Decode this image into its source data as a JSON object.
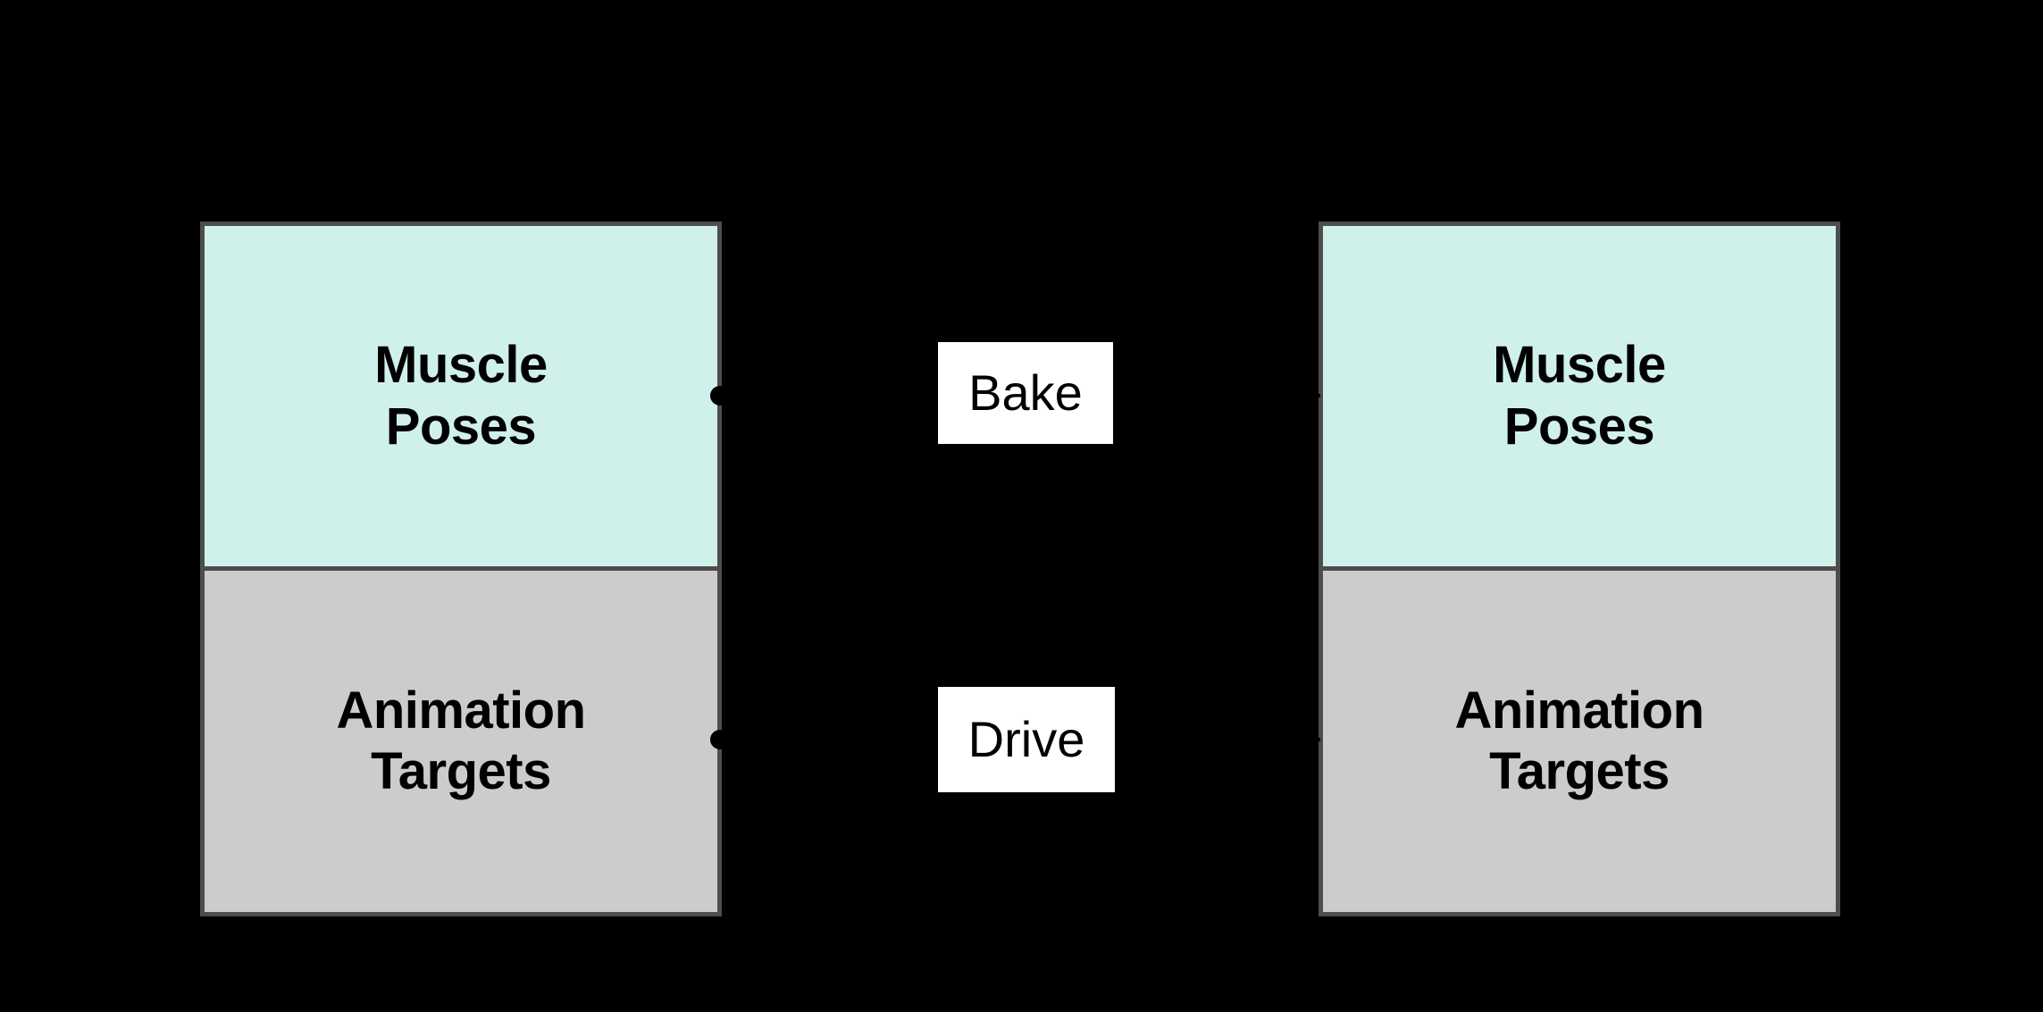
{
  "diagram": {
    "type": "flow-diagram",
    "background_color": "#000000",
    "nodes": [
      {
        "id": "left-group",
        "cells": [
          {
            "id": "left-muscle-poses",
            "line1": "Muscle",
            "line2": "Poses",
            "fill": "#d0f0ec",
            "border": "#4d4d4d"
          },
          {
            "id": "left-animation-targets",
            "line1": "Animation",
            "line2": "Targets",
            "fill": "#cccccc",
            "border": "#4d4d4d"
          }
        ]
      },
      {
        "id": "right-group",
        "cells": [
          {
            "id": "right-muscle-poses",
            "line1": "Muscle",
            "line2": "Poses",
            "fill": "#d0f0ec",
            "border": "#4d4d4d"
          },
          {
            "id": "right-animation-targets",
            "line1": "Animation",
            "line2": "Targets",
            "fill": "#cccccc",
            "border": "#4d4d4d"
          }
        ]
      }
    ],
    "edges": [
      {
        "id": "edge-bake",
        "label": "Bake",
        "from": "left-muscle-poses",
        "to": "right-muscle-poses",
        "label_fill": "#ffffff",
        "label_text_color": "#000000",
        "line_color": "#000000"
      },
      {
        "id": "edge-drive",
        "label": "Drive",
        "from": "left-animation-targets",
        "to": "right-animation-targets",
        "label_fill": "#ffffff",
        "label_text_color": "#000000",
        "line_color": "#000000"
      }
    ]
  }
}
